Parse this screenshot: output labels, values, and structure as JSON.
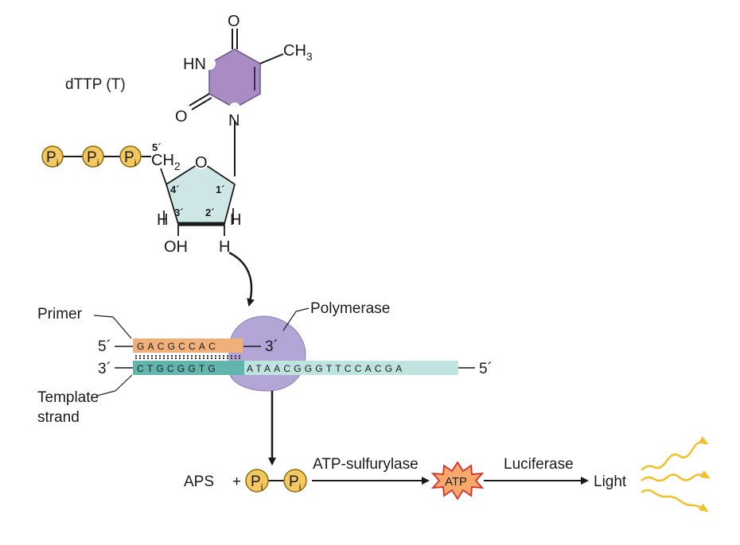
{
  "molecule": {
    "name": "dTTP (T)",
    "atoms": {
      "top_o": "O",
      "hn": "HN",
      "ch3": "CH",
      "ch3_sub": "3",
      "left_o": "O",
      "n": "N",
      "ring_o": "O",
      "ch2": "CH",
      "ch2_sub": "2",
      "h3": "H",
      "h2": "H",
      "oh": "OH",
      "h_low": "H"
    },
    "carbon_numbers": [
      "5´",
      "4´",
      "1´",
      "3´",
      "2´"
    ],
    "phosphate": "P",
    "phosphate_sub": "i",
    "colors": {
      "base": "#a98cc3",
      "sugar": "#cfe6e6",
      "phosphate": "#f3c85e"
    }
  },
  "dna": {
    "primer_label": "Primer",
    "template_label_line1": "Template",
    "template_label_line2": "strand",
    "polymerase_label": "Polymerase",
    "primer_five": "5´",
    "primer_three": "3´",
    "template_three": "3´",
    "template_five": "5´",
    "primer_seq": "GACGCCAC",
    "template_seq_paired": "CTGCGGTG",
    "template_seq_unpaired": "ATAACGGGTTCCACGA",
    "colors": {
      "primer": "#f0b07c",
      "template_paired": "#62b5ad",
      "template_unpaired": "#bfe3df",
      "polymerase": "#b3a6d6"
    }
  },
  "reaction": {
    "aps": "APS",
    "plus": "+",
    "enzyme1": "ATP-sulfurylase",
    "atp": "ATP",
    "enzyme2": "Luciferase",
    "light": "Light",
    "colors": {
      "atp_fill": "#f6a96b",
      "atp_stroke": "#d6302c",
      "light": "#f2bf2a"
    }
  }
}
